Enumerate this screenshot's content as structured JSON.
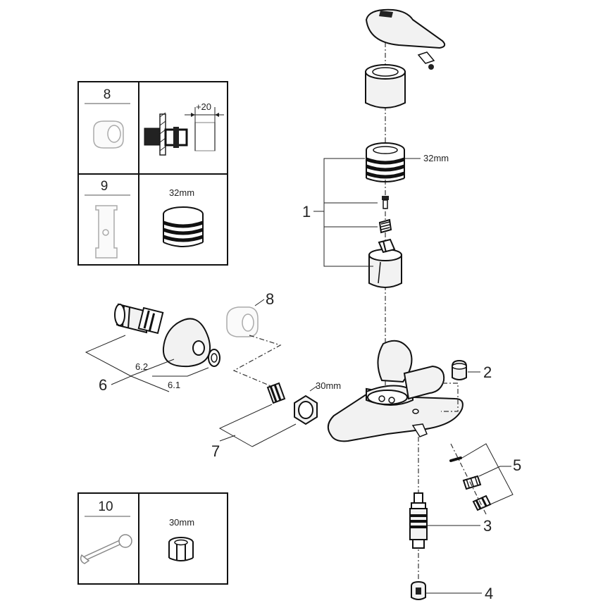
{
  "insets": {
    "top_left": {
      "item8_number": "8",
      "item8_dimension": "+20",
      "item9_number": "9",
      "item9_dimension": "32mm"
    },
    "bottom_left": {
      "item10_number": "10",
      "item10_dimension": "30mm"
    }
  },
  "callouts": {
    "cartridge_dimension": "32mm",
    "nut_dimension": "30mm",
    "part_1": "1",
    "part_2": "2",
    "part_3": "3",
    "part_4": "4",
    "part_5": "5",
    "part_6": "6",
    "part_6_1": "6.1",
    "part_6_2": "6.2",
    "part_7": "7",
    "part_8": "8"
  }
}
